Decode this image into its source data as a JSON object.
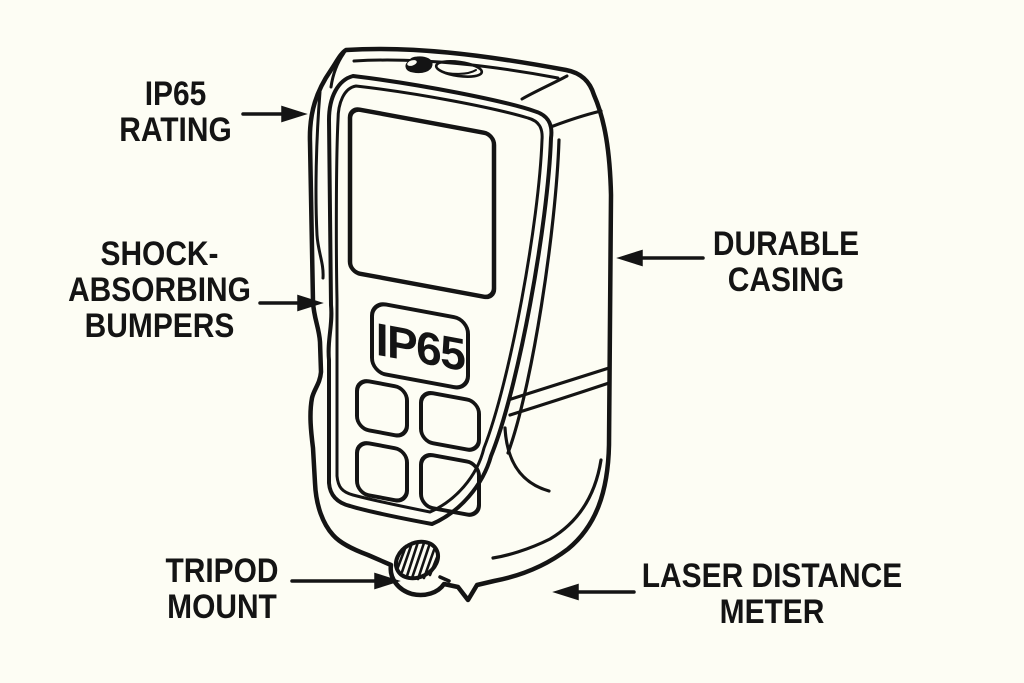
{
  "background_color": "#fdfdf4",
  "ink_color": "#141414",
  "diagram": {
    "subject": "Laser distance meter feature callout diagram",
    "device_badge_text": "IP65",
    "callouts": [
      {
        "id": "ip65-rating",
        "lines": [
          "IP65",
          "RATING"
        ],
        "arrow_direction": "right",
        "points_to": "top-left bumper of device"
      },
      {
        "id": "shock-absorbing-bumpers",
        "lines": [
          "SHOCK-",
          "ABSORBING",
          "BUMPERS"
        ],
        "arrow_direction": "right",
        "points_to": "left edge bumper"
      },
      {
        "id": "durable-casing",
        "lines": [
          "DURABLE",
          "CASING"
        ],
        "arrow_direction": "left",
        "points_to": "right side casing"
      },
      {
        "id": "tripod-mount",
        "lines": [
          "TRIPOD",
          "MOUNT"
        ],
        "arrow_direction": "right",
        "points_to": "threaded screw mount on bottom"
      },
      {
        "id": "laser-distance-meter",
        "lines": [
          "LASER DISTANCE",
          "METER"
        ],
        "arrow_direction": "left",
        "points_to": "bottom of device body"
      }
    ]
  }
}
